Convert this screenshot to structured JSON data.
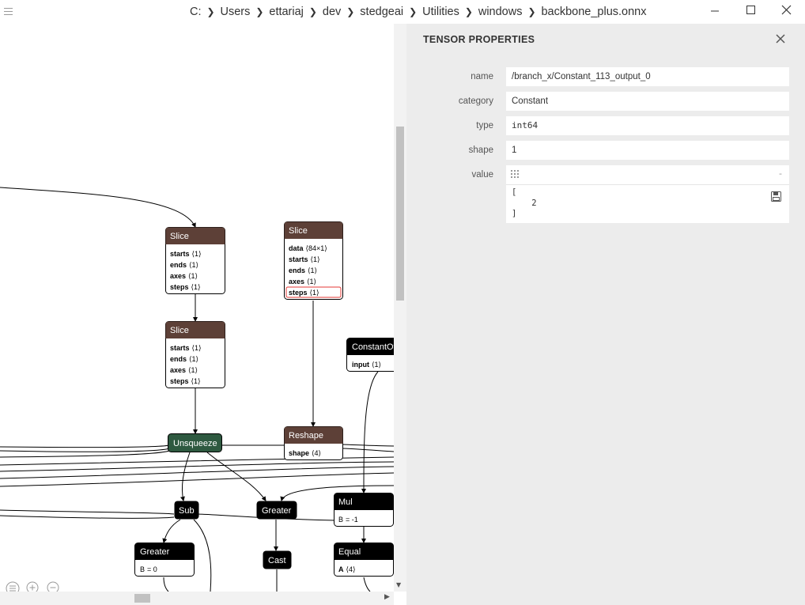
{
  "breadcrumb": [
    "C:",
    "Users",
    "ettariaj",
    "dev",
    "stedgeai",
    "Utilities",
    "windows",
    "backbone_plus.onnx"
  ],
  "window_buttons": {
    "minimize": "minimize-icon",
    "maximize": "maximize-icon",
    "close": "close-icon"
  },
  "graph": {
    "nodes": {
      "slice1": {
        "title": "Slice",
        "attrs": [
          {
            "k": "starts",
            "v": "⟨1⟩"
          },
          {
            "k": "ends",
            "v": "⟨1⟩"
          },
          {
            "k": "axes",
            "v": "⟨1⟩"
          },
          {
            "k": "steps",
            "v": "⟨1⟩"
          }
        ]
      },
      "slice2": {
        "title": "Slice",
        "attrs": [
          {
            "k": "data",
            "v": "⟨84×1⟩"
          },
          {
            "k": "starts",
            "v": "⟨1⟩"
          },
          {
            "k": "ends",
            "v": "⟨1⟩"
          },
          {
            "k": "axes",
            "v": "⟨1⟩"
          },
          {
            "k": "steps",
            "v": "⟨1⟩"
          }
        ]
      },
      "slice3": {
        "title": "Slice",
        "attrs": [
          {
            "k": "starts",
            "v": "⟨1⟩"
          },
          {
            "k": "ends",
            "v": "⟨1⟩"
          },
          {
            "k": "axes",
            "v": "⟨1⟩"
          },
          {
            "k": "steps",
            "v": "⟨1⟩"
          }
        ]
      },
      "constant_of_shape": {
        "title": "ConstantOf",
        "attrs": [
          {
            "k": "input",
            "v": "⟨1⟩"
          }
        ]
      },
      "unsqueeze": {
        "title": "Unsqueeze"
      },
      "reshape": {
        "title": "Reshape",
        "attrs": [
          {
            "k": "shape",
            "v": "⟨4⟩"
          }
        ]
      },
      "sub": {
        "title": "Sub"
      },
      "greater1": {
        "title": "Greater"
      },
      "mul": {
        "title": "Mul",
        "attrs": [
          {
            "k": "B",
            "v": "= -1"
          }
        ]
      },
      "greater2": {
        "title": "Greater",
        "attrs": [
          {
            "k": "B",
            "v": "= 0"
          }
        ]
      },
      "cast": {
        "title": "Cast"
      },
      "equal": {
        "title": "Equal",
        "attrs": [
          {
            "k": "A",
            "v": "⟨4⟩"
          }
        ]
      }
    },
    "selected_attr": "slice2.steps"
  },
  "panel": {
    "title": "TENSOR PROPERTIES",
    "close_icon": "close-icon",
    "properties": [
      {
        "label": "name",
        "value": "/branch_x/Constant_113_output_0"
      },
      {
        "label": "category",
        "value": "Constant"
      },
      {
        "label": "type",
        "value": "int64"
      },
      {
        "label": "shape",
        "value": "1"
      }
    ],
    "value": {
      "label": "value",
      "dash": "-",
      "text": "[\n    2\n]"
    }
  },
  "colors": {
    "slice": "#5d4037",
    "unsqueeze": "#2e5940",
    "op": "#000000",
    "selected": "#e53935",
    "panel_bg": "#ececec"
  }
}
